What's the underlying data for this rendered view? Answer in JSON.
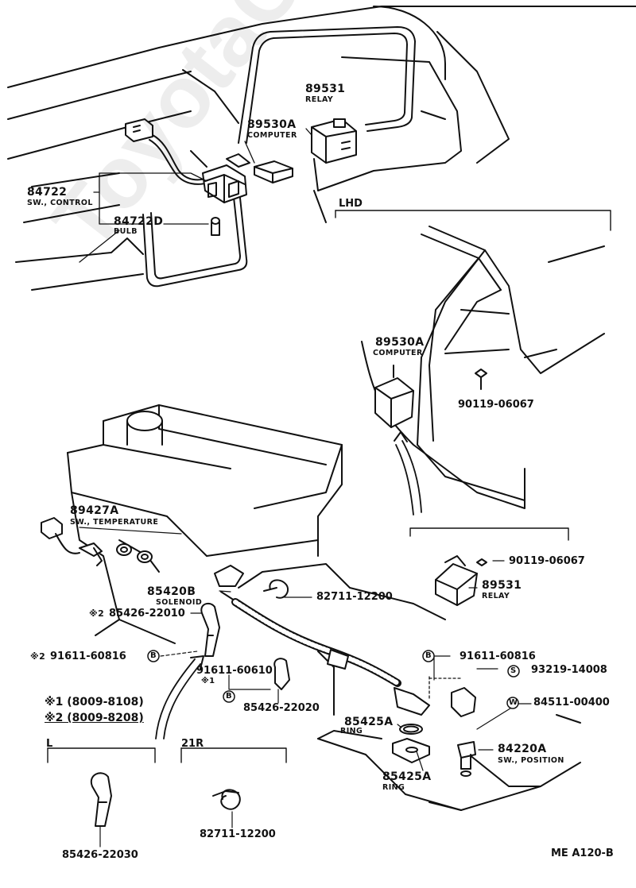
{
  "parts": {
    "p89531_top": {
      "num": "89531",
      "desc": "RELAY"
    },
    "p89530a_top": {
      "num": "89530A",
      "desc": "COMPUTER"
    },
    "p84722": {
      "num": "84722",
      "desc": "SW., CONTROL"
    },
    "p84722d": {
      "num": "84722D",
      "desc": "BULB"
    },
    "p89530a_lhd": {
      "num": "89530A",
      "desc": "COMPUTER"
    },
    "p90119_a": {
      "num": "90119-06067"
    },
    "p90119_b": {
      "num": "90119-06067"
    },
    "p89531_lhd": {
      "num": "89531",
      "desc": "RELAY"
    },
    "p89427a": {
      "num": "89427A",
      "desc": "SW., TEMPERATURE"
    },
    "p85420b": {
      "num": "85420B",
      "desc": "SOLENOID"
    },
    "p82711_a": {
      "num": "82711-12200"
    },
    "p85426_22010": {
      "num": "85426-22010",
      "mark": "※2"
    },
    "p91611_60816_l": {
      "num": "91611-60816",
      "mark": "※2"
    },
    "p91611_60816_r": {
      "num": "91611-60816"
    },
    "p93219": {
      "num": "93219-14008"
    },
    "p91611_60610": {
      "num": "91611-60610",
      "mark": "※1"
    },
    "p85426_22020": {
      "num": "85426-22020"
    },
    "p84511": {
      "num": "84511-00400"
    },
    "p85425a_1": {
      "num": "85425A",
      "desc": "RING"
    },
    "p85425a_2": {
      "num": "85425A",
      "desc": "RING"
    },
    "p84220a": {
      "num": "84220A",
      "desc": "SW., POSITION"
    },
    "p85426_22030": {
      "num": "85426-22030"
    },
    "p82711_b": {
      "num": "82711-12200"
    }
  },
  "markers": {
    "B": "B",
    "S": "S",
    "W": "W"
  },
  "sections": {
    "lhd": "LHD",
    "l": "L",
    "r21": "21R"
  },
  "notes": {
    "n1": "※1 (8009-8108)",
    "n2": "※2 (8009-8208)"
  },
  "figure_code": "ME A120-B",
  "watermark": "ToyotaCarMine.ru"
}
